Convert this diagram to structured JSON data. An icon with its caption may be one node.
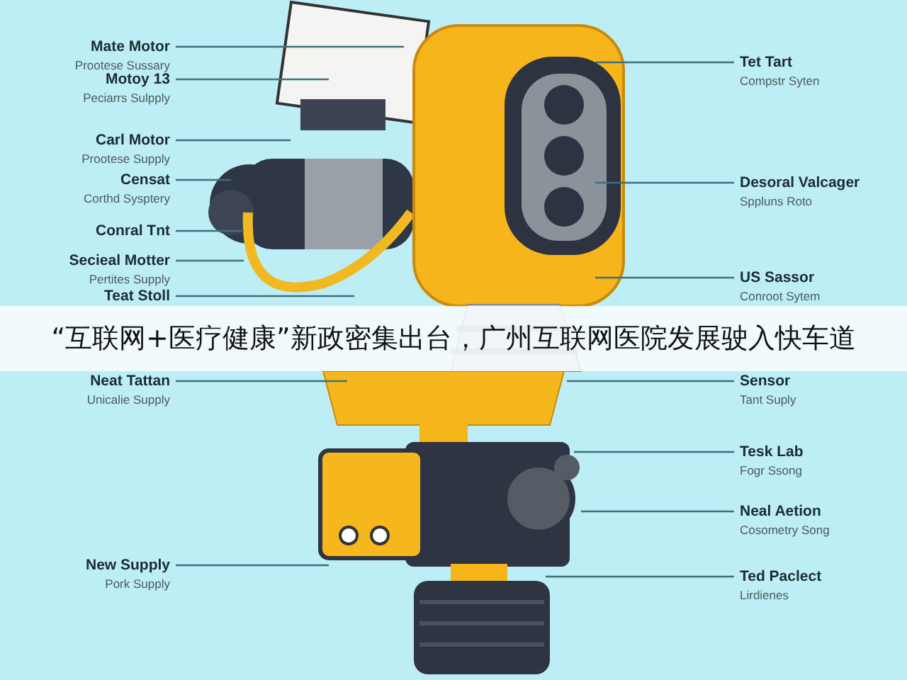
{
  "diagram": {
    "caption": "“互联网+医疗健康”新政密集出台，广州互联网医院发展驶入快车道",
    "nodes": [
      {
        "text": [
          "Mate Motor",
          "Prootese Sussary"
        ]
      },
      {
        "text": [
          "Motoy 13",
          "Peciarrs Sulpply"
        ]
      },
      {
        "text": [
          "Carl Motor",
          "Prootese Supply"
        ]
      },
      {
        "text": [
          "Censat",
          "Corthd Sysptery"
        ]
      },
      {
        "text": [
          "Conral Tnt"
        ]
      },
      {
        "text": [
          "Secieal Motter",
          "Pertites Supply"
        ]
      },
      {
        "text": [
          "Teat Stoll"
        ]
      },
      {
        "text": [
          "Neat Tattan",
          "Unicalie Supply"
        ]
      },
      {
        "text": [
          "New Supply",
          "Pork Supply"
        ]
      },
      {
        "text": [
          "Tet Tart",
          "Compstr Syten"
        ]
      },
      {
        "text": [
          "Desoral Valcager",
          "Sppluns Roto"
        ]
      },
      {
        "text": [
          "US Sassor",
          "Conroot Sytem"
        ]
      },
      {
        "text": [
          "Sensor",
          "Tant Suply"
        ]
      },
      {
        "text": [
          "Tesk Lab",
          "Fogr Ssong"
        ]
      },
      {
        "text": [
          "Neal Aetion",
          "Cosometry Song"
        ]
      },
      {
        "text": [
          "Ted Paclect",
          "Lirdienes"
        ]
      }
    ],
    "edges": [
      {
        "from": 0,
        "to": null,
        "arrow": "none"
      },
      {
        "from": 1,
        "to": null,
        "arrow": "none"
      },
      {
        "from": 2,
        "to": null,
        "arrow": "none"
      },
      {
        "from": 3,
        "to": null,
        "arrow": "none"
      },
      {
        "from": 4,
        "to": null,
        "arrow": "none"
      },
      {
        "from": 5,
        "to": null,
        "arrow": "none"
      },
      {
        "from": 6,
        "to": null,
        "arrow": "none"
      },
      {
        "from": 7,
        "to": null,
        "arrow": "none"
      },
      {
        "from": 8,
        "to": null,
        "arrow": "none"
      },
      {
        "from": 9,
        "to": null,
        "arrow": "none"
      },
      {
        "from": 10,
        "to": null,
        "arrow": "none"
      },
      {
        "from": 11,
        "to": null,
        "arrow": "none"
      },
      {
        "from": 12,
        "to": null,
        "arrow": "none"
      },
      {
        "from": 13,
        "to": null,
        "arrow": "none"
      },
      {
        "from": 14,
        "to": null,
        "arrow": "none"
      },
      {
        "from": 15,
        "to": null,
        "arrow": "none"
      }
    ]
  }
}
